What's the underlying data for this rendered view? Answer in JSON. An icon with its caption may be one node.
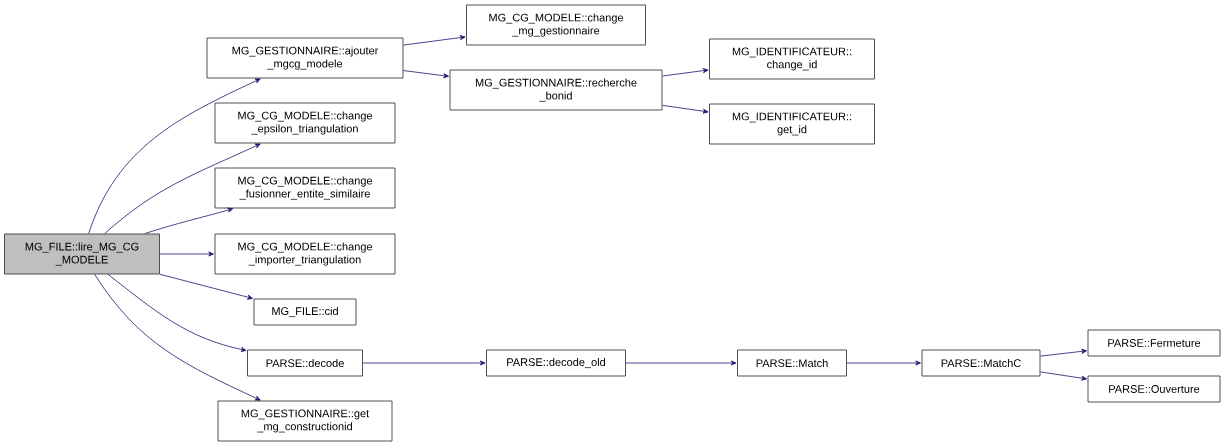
{
  "diagram": {
    "nodes": [
      {
        "text": [
          "MG_FILE::lire_MG_CG _MODELE"
        ]
      },
      {
        "text": [
          "MG_GESTIONNAIRE::ajouter _mgcg_modele"
        ]
      },
      {
        "text": [
          "MG_CG_MODELE::change _mg_gestionnaire"
        ]
      },
      {
        "text": [
          "MG_GESTIONNAIRE::recherche _bonid"
        ]
      },
      {
        "text": [
          "MG_IDENTIFICATEUR:: change_id"
        ]
      },
      {
        "text": [
          "MG_IDENTIFICATEUR:: get_id"
        ]
      },
      {
        "text": [
          "MG_CG_MODELE::change _epsilon_triangulation"
        ]
      },
      {
        "text": [
          "MG_CG_MODELE::change _fusionner_entite_similaire"
        ]
      },
      {
        "text": [
          "MG_CG_MODELE::change _importer_triangulation"
        ]
      },
      {
        "text": [
          "MG_FILE::cid"
        ]
      },
      {
        "text": [
          "PARSE::decode"
        ]
      },
      {
        "text": [
          "PARSE::decode_old"
        ]
      },
      {
        "text": [
          "PARSE::Match"
        ]
      },
      {
        "text": [
          "PARSE::MatchC"
        ]
      },
      {
        "text": [
          "PARSE::Fermeture"
        ]
      },
      {
        "text": [
          "PARSE::Ouverture"
        ]
      },
      {
        "text": [
          "MG_GESTIONNAIRE::get _mg_constructionid"
        ]
      }
    ],
    "edges": [
      {
        "from": 0,
        "to": 1,
        "arrow": "to"
      },
      {
        "from": 1,
        "to": 2,
        "arrow": "to"
      },
      {
        "from": 1,
        "to": 3,
        "arrow": "to"
      },
      {
        "from": 3,
        "to": 4,
        "arrow": "to"
      },
      {
        "from": 3,
        "to": 5,
        "arrow": "to"
      },
      {
        "from": 0,
        "to": 6,
        "arrow": "to"
      },
      {
        "from": 0,
        "to": 7,
        "arrow": "to"
      },
      {
        "from": 0,
        "to": 8,
        "arrow": "to"
      },
      {
        "from": 0,
        "to": 9,
        "arrow": "to"
      },
      {
        "from": 0,
        "to": 10,
        "arrow": "to"
      },
      {
        "from": 10,
        "to": 11,
        "arrow": "to"
      },
      {
        "from": 11,
        "to": 12,
        "arrow": "to"
      },
      {
        "from": 12,
        "to": 13,
        "arrow": "to"
      },
      {
        "from": 13,
        "to": 14,
        "arrow": "to"
      },
      {
        "from": 13,
        "to": 15,
        "arrow": "to"
      },
      {
        "from": 0,
        "to": 16,
        "arrow": "to"
      }
    ]
  }
}
